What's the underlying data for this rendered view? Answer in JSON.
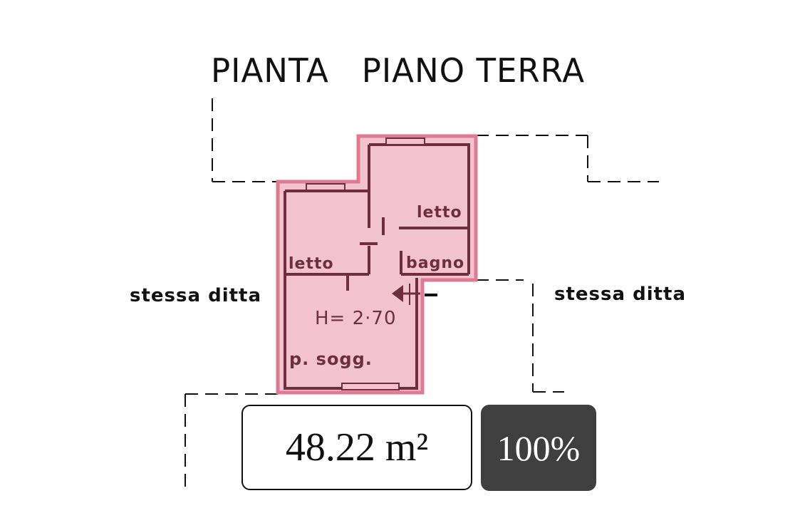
{
  "plan": {
    "title": "PIANTA   PIANO TERRA",
    "neighbours": {
      "left": "stessa ditta",
      "right": "stessa ditta"
    },
    "rooms": [
      {
        "label": "letto",
        "position": "upper-right"
      },
      {
        "label": "letto",
        "position": "left"
      },
      {
        "label": "bagno",
        "position": "right"
      },
      {
        "label": "p. sogg.",
        "position": "lower-left"
      }
    ],
    "ceiling_height": "H= 2·70",
    "highlight_color": "#f2c3cf",
    "highlight_border": "#e07a92",
    "wall_color": "#6e2e3c"
  },
  "summary": {
    "area": "48.22 m²",
    "share": "100%",
    "share_bg": "#3f3f3f"
  }
}
